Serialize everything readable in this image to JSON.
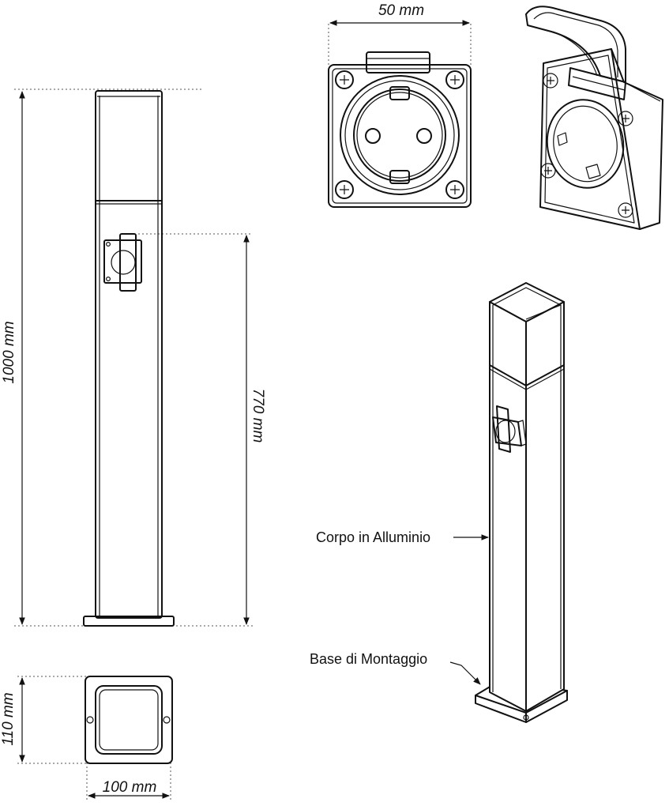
{
  "dimensions": {
    "total_height": "1000 mm",
    "socket_height": "770 mm",
    "socket_width": "50 mm",
    "base_depth": "110 mm",
    "base_width": "100 mm"
  },
  "labels": {
    "body": "Corpo in Alluminio",
    "base": "Base di Montaggio"
  }
}
